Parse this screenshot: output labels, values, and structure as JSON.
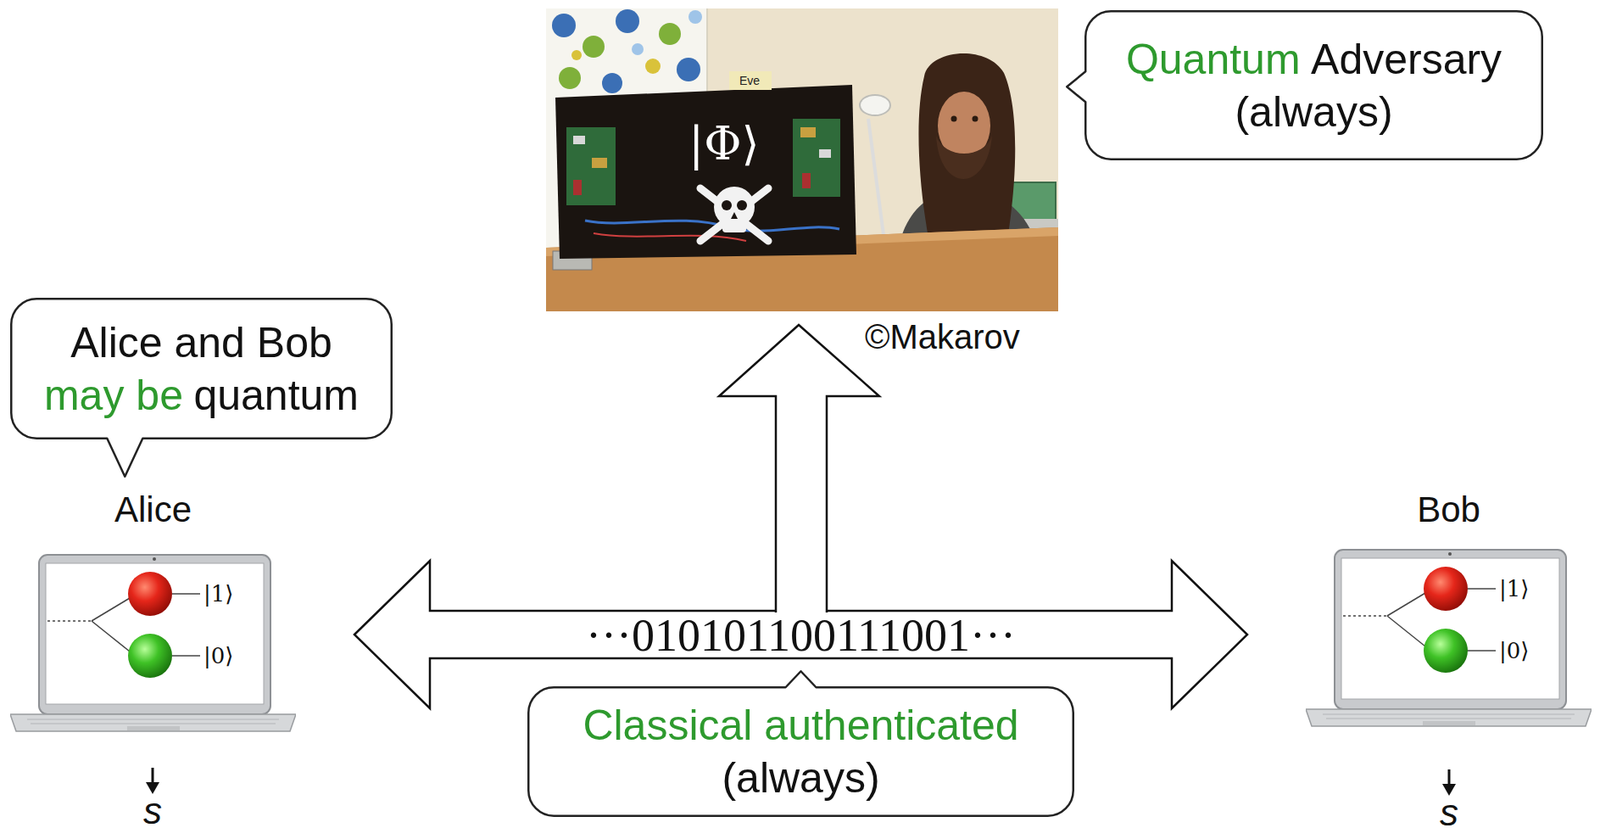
{
  "diagram": {
    "nodes": [
      {
        "text": [
          "Quantum",
          "Adversary",
          "(always)"
        ]
      },
      {
        "text": [
          "Alice and Bob",
          "may be",
          "quantum"
        ]
      },
      {
        "text": [
          "Alice",
          "|1⟩",
          "|0⟩"
        ]
      },
      {
        "text": [
          "Classical authenticated",
          "(always)"
        ]
      },
      {
        "text": [
          "Bob",
          "|1⟩",
          "|0⟩"
        ]
      }
    ],
    "edges": [
      {
        "from": 2,
        "to": 4,
        "arrow": "both",
        "label": "···010101100111001···"
      }
    ],
    "labels": [
      "|Φ⟩",
      "Eve",
      "©Makarov",
      "s",
      "s"
    ]
  }
}
